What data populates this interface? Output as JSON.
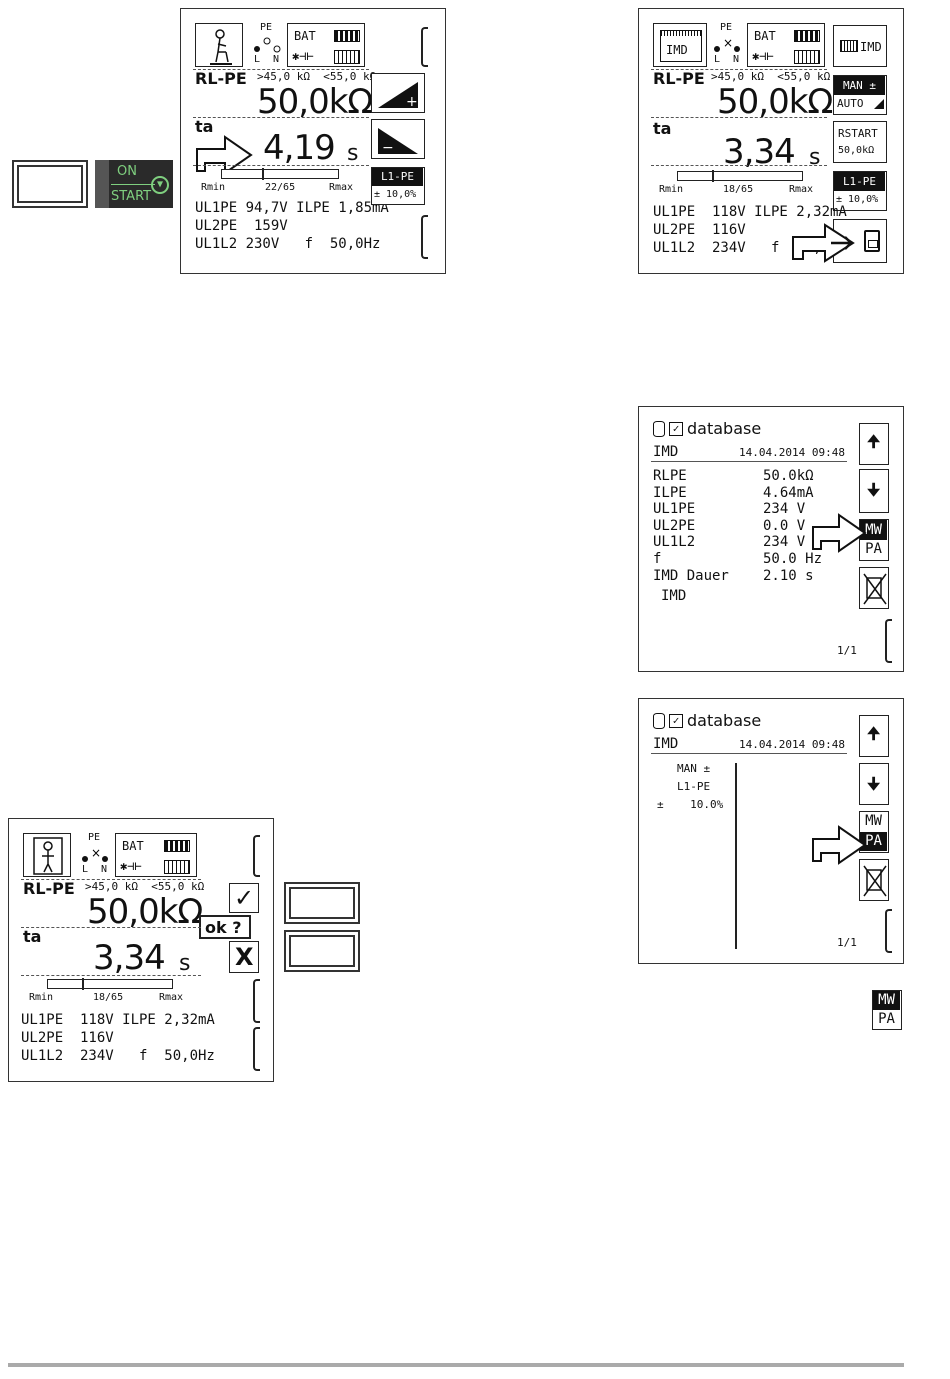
{
  "start_key": {
    "on": "ON",
    "start": "START"
  },
  "screen1": {
    "bat": "BAT",
    "pe": "PE",
    "l": "L",
    "n": "N",
    "r_label": "RL-PE",
    "limits": ">45,0 kΩ  <55,0 kΩ",
    "r_value": "50,0kΩ",
    "t_label": "ta",
    "t_value": "4,19",
    "t_unit": "s",
    "rmin": "Rmin",
    "count": "22/65",
    "rmax": "Rmax",
    "line1": "UL1PE 94,7V ILPE 1,85mA",
    "line2": "UL2PE  159V",
    "line3": "UL1L2 230V   f  50,0Hz",
    "side_l1pe": "L1-PE",
    "side_pct": "± 10,0%"
  },
  "screen2": {
    "imd": "IMD",
    "bat": "BAT",
    "pe": "PE",
    "l": "L",
    "n": "N",
    "side_imd": "IMD",
    "r_label": "RL-PE",
    "limits": ">45,0 kΩ  <55,0 kΩ",
    "r_value": "50,0kΩ",
    "man": "MAN ±",
    "auto": "AUTO",
    "t_label": "ta",
    "t_value": "3,34",
    "t_unit": "s",
    "rstart": "RSTART",
    "rstart_val": "50,0kΩ",
    "rmin": "Rmin",
    "count": "18/65",
    "rmax": "Rmax",
    "side_l1pe": "L1-PE",
    "side_pct": "± 10,0%",
    "line1": "UL1PE  118V ILPE 2,32mA",
    "line2": "UL2PE  116V",
    "line3": "UL1L2  234V   f  50,"
  },
  "db1": {
    "title": "database",
    "obj": "IMD",
    "datetime": "14.04.2014 09:48",
    "rows": [
      {
        "k": "RLPE",
        "v": "50.0kΩ"
      },
      {
        "k": "ILPE",
        "v": "4.64mA"
      },
      {
        "k": "UL1PE",
        "v": "234 V"
      },
      {
        "k": "UL2PE",
        "v": "0.0 V"
      },
      {
        "k": "UL1L2",
        "v": "234 V"
      },
      {
        "k": "f",
        "v": "50.0 Hz"
      },
      {
        "k": "IMD Dauer",
        "v": "2.10 s"
      }
    ],
    "footer": "IMD",
    "page": "1/1",
    "mw": "MW",
    "pa": "PA"
  },
  "db2": {
    "title": "database",
    "obj": "IMD",
    "datetime": "14.04.2014 09:48",
    "p1": "MAN ±",
    "p2": "L1-PE",
    "p3": "±    10.0%",
    "page": "1/1",
    "mw": "MW",
    "pa": "PA"
  },
  "screen3": {
    "bat": "BAT",
    "pe": "PE",
    "l": "L",
    "n": "N",
    "r_label": "RL-PE",
    "limits": ">45,0 kΩ  <55,0 kΩ",
    "r_value": "50,0kΩ",
    "ok": "ok ?",
    "t_label": "ta",
    "t_value": "3,34",
    "t_unit": "s",
    "rmin": "Rmin",
    "count": "18/65",
    "rmax": "Rmax",
    "line1": "UL1PE  118V ILPE 2,32mA",
    "line2": "UL2PE  116V",
    "line3": "UL1L2  234V   f  50,0Hz"
  },
  "legend_icon": {
    "mw": "MW",
    "pa": "PA"
  }
}
